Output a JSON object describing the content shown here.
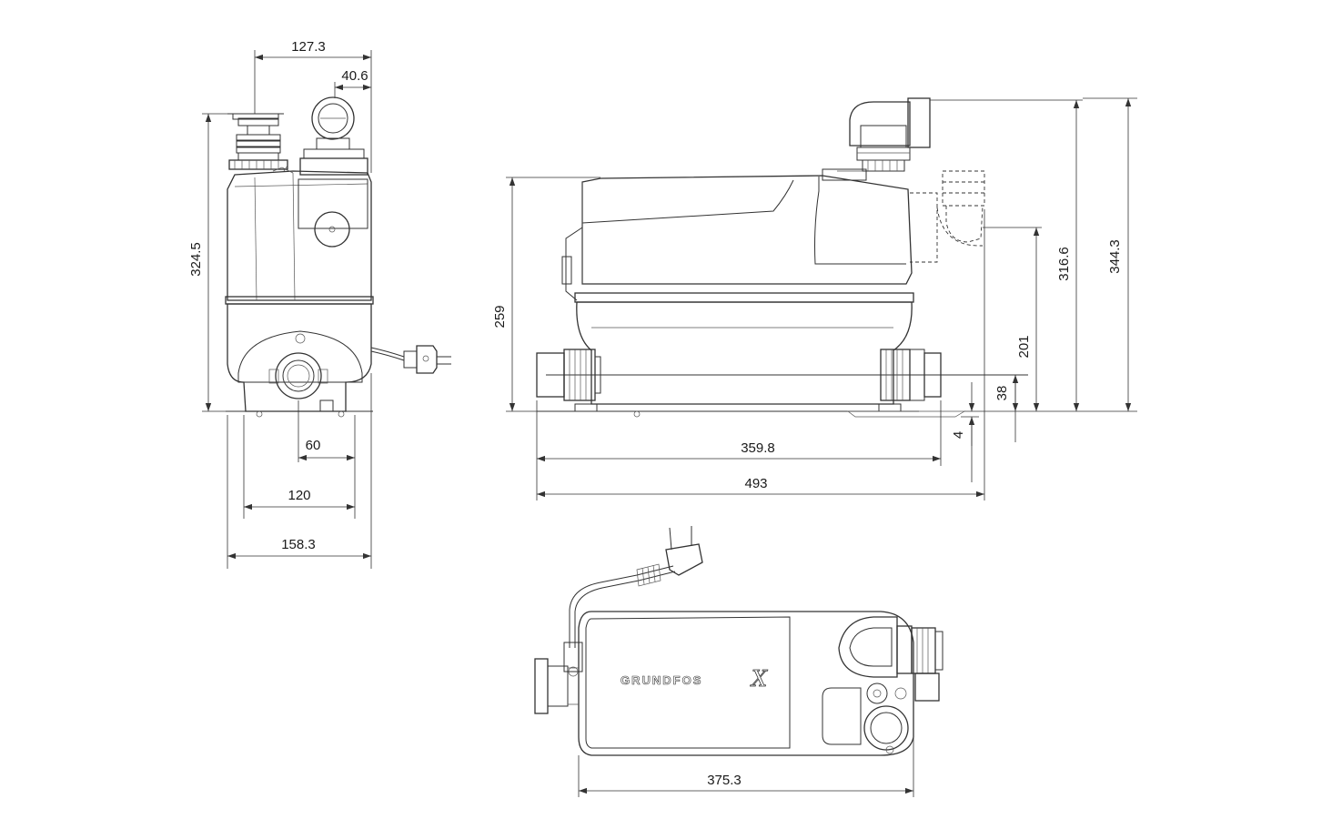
{
  "diagram": {
    "brand": {
      "text": "GRUNDFOS",
      "mark": "X",
      "mark_icon": "grundfos-x-logo-icon"
    },
    "dimensions": {
      "front_top_width": "127.3",
      "front_outlet_offset": "40.6",
      "front_height": "324.5",
      "front_inlet_offset": "60",
      "front_base_width": "120",
      "front_total_width": "158.3",
      "side_body_height": "259",
      "side_outlet_height": "316.6",
      "side_total_height": "344.3",
      "side_inlet_height": "201",
      "side_low_inlet_height": "38",
      "side_foot_height": "4",
      "side_body_length": "359.8",
      "side_total_length": "493",
      "top_length": "375.3"
    },
    "colors": {
      "line": "#333333",
      "text": "#1a1a1a",
      "background": "#ffffff"
    }
  }
}
